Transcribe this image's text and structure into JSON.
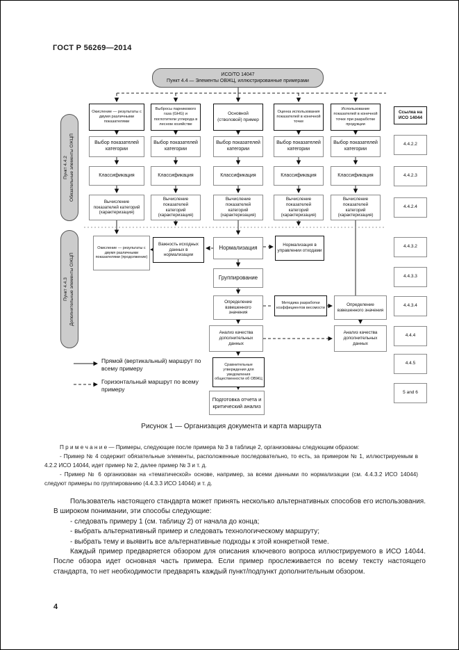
{
  "page": {
    "doc_number": "ГОСТ Р 56269—2014",
    "page_number": "4",
    "caption": "Рисунок 1 — Организация документа и карта маршрута"
  },
  "colors": {
    "node_fill": "#ffffff",
    "pill_fill": "#cccccc",
    "bold_border": "#111111",
    "light_border": "#8a8a8a"
  },
  "diagram": {
    "root": {
      "line1": "ИСО/ТО 14047",
      "line2": "Пункт 4.4 — Элементы ОВЖЦ, иллюстрированные примерами"
    },
    "sidebar": {
      "mandatory": {
        "line1": "Пункт 4.4.2",
        "line2": "Обязательные элементы ОЖЦП"
      },
      "optional": {
        "line1": "Пункт 4.4.3",
        "line2": "Дополнительные элементы ОЖЦП"
      }
    },
    "columns": [
      {
        "header": "Окисление — результаты с двумя различными показателями"
      },
      {
        "header": "Выбросы парникового газа (GHG) и поглотители углерода в лесном хозяйстве"
      },
      {
        "header": "Основной (стволовой) пример"
      },
      {
        "header": "Оценка использования показателей в конечной точке"
      },
      {
        "header": "Использование показателей в конечной точке при разработке продукции"
      }
    ],
    "steps": {
      "select": "Выбор показателей категории",
      "classify": "Классификация",
      "calculate": "Вычисление показателей категорий (характеризация)"
    },
    "optional_section": {
      "continuation": "Окисление — результаты с двумя различными показателями (продолжение)",
      "importance": "Важность исходных данных в нормализации",
      "normalization": "Нормализация",
      "normalization_waste": "Нормализация в управлении отходами",
      "grouping": "Группирование",
      "weighting": "Определение взвешенного значения",
      "weighting_method": "Методика разработки коэффициентов весомости",
      "weighting2": "Определение взвешенного значения",
      "data_quality": "Анализ качества дополнительных данных",
      "data_quality2": "Анализ качества дополнительных данных",
      "comparative": "Сравнительные утверждения для уведомления общественности об ОВЖЦ",
      "report": "Подготовка отчета и критический анализ"
    },
    "refs": {
      "header": "Ссылка на ИСО 14044",
      "items": [
        "4.4.2.2",
        "4.4.2.3",
        "4.4.2.4",
        "4.4.3.2",
        "4.4.3.3",
        "4.4.3.4",
        "4.4.4",
        "4.4.5",
        "5 and 6"
      ]
    },
    "legend": {
      "solid": "Прямой (вертикальный) маршрут по всему примеру",
      "dashed": "Горизонтальный маршрут по всему примеру"
    }
  },
  "note": {
    "p1": "П р и м е ч а н и е  — Примеры, следующие после примера № 3 в таблице 2, организованы следующим образом:",
    "p2": "- Пример № 4 содержит обязательные элементы, расположенные последовательно, то есть, за примером № 1, иллюстрируемым в 4.2.2 ИСО 14044, идет пример № 2, далее пример № 3 и т. д.",
    "p3": "- Пример № 6 организован на «тематической» основе, например, за всеми данными по нормализации (см. 4.4.3.2 ИСО 14044) следуют примеры по группированию (4.4.3.3 ИСО 14044) и т. д."
  },
  "body": {
    "p1": "Пользователь настоящего стандарта может принять несколько альтернативных способов его использования. В широком понимании, эти способы следующие:",
    "b1": "- следовать примеру 1 (см. таблицу 2) от начала до конца;",
    "b2": "- выбрать альтернативный пример и следовать технологическому маршруту;",
    "b3": "- выбрать тему и выявить все альтернативные подходы к этой конкретной теме.",
    "p2": "Каждый пример предваряется обзором для описания ключевого вопроса иллюстрируемого в ИСО 14044. После обзора идет основная часть примера. Если пример прослеживается по всему тексту настоящего стандарта, то нет необходимости предварять каждый пункт/подпункт дополнительным обзором."
  }
}
